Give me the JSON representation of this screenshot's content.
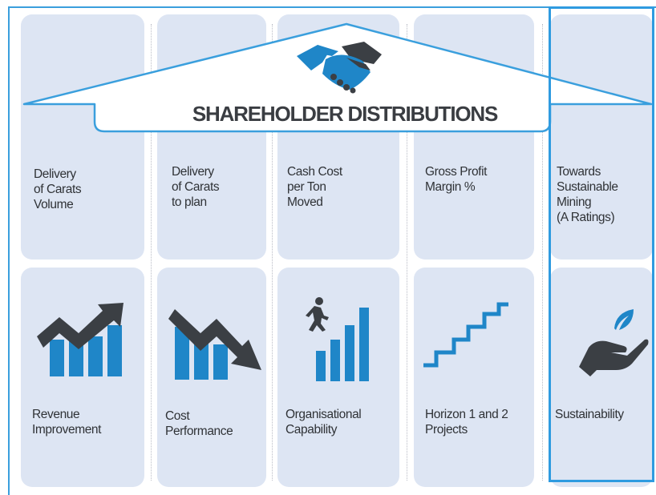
{
  "title": "SHAREHOLDER DISTRIBUTIONS",
  "colors": {
    "cell_bg": "#dde5f3",
    "frame_blue": "#3a9fdd",
    "icon_blue": "#1f86c8",
    "icon_gray": "#3b3f44"
  },
  "metrics": [
    {
      "lines": [
        "Delivery",
        "of Carats",
        "Volume"
      ]
    },
    {
      "lines": [
        "Delivery",
        "of Carats",
        "to plan"
      ]
    },
    {
      "lines": [
        "Cash Cost",
        "per Ton",
        "Moved"
      ]
    },
    {
      "lines": [
        "Gross Profit",
        "Margin %"
      ]
    },
    {
      "lines": [
        "Towards",
        "Sustainable",
        "Mining",
        "(A Ratings)"
      ]
    }
  ],
  "pillars": [
    {
      "icon": "revenue-up-chart-icon",
      "lines": [
        "Revenue",
        "Improvement"
      ]
    },
    {
      "icon": "cost-down-chart-icon",
      "lines": [
        "Cost",
        "Performance"
      ]
    },
    {
      "icon": "runner-bars-icon",
      "lines": [
        "Organisational",
        "Capability"
      ]
    },
    {
      "icon": "staircase-icon",
      "lines": [
        "Horizon 1 and 2",
        "Projects"
      ]
    },
    {
      "icon": "hand-leaf-icon",
      "lines": [
        "Sustainability"
      ]
    }
  ]
}
